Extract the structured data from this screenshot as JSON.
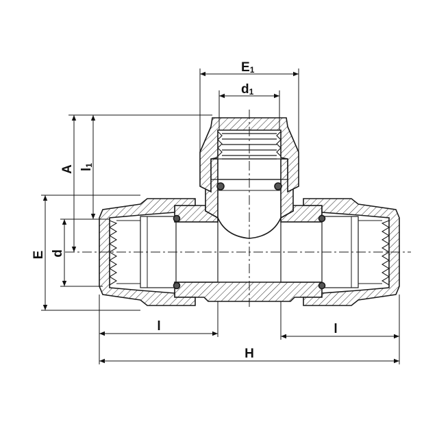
{
  "colors": {
    "line": "#1a1a1a",
    "hatch": "#333333",
    "background": "#ffffff"
  },
  "labels": {
    "E1": {
      "main": "E",
      "sub": "1"
    },
    "d1": {
      "main": "d",
      "sub": "1"
    },
    "A": "A",
    "l1": {
      "main": "l",
      "sub": "1"
    },
    "E": "E",
    "d": "d",
    "l_left": "l",
    "l_right": "l",
    "H": "H"
  }
}
